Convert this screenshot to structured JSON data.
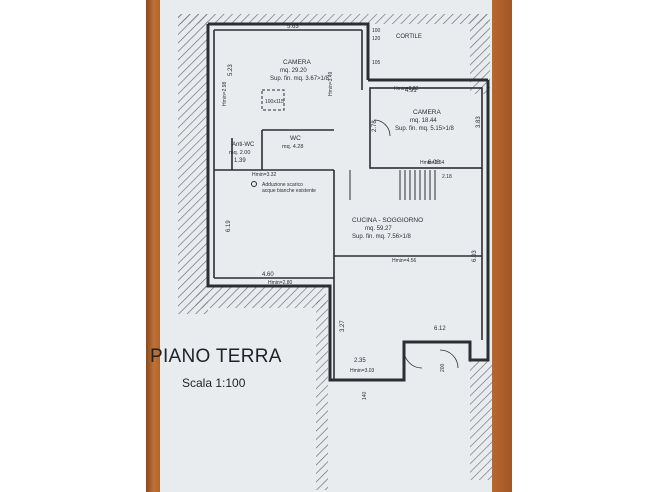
{
  "drawing": {
    "title": "PIANO TERRA",
    "scale": "Scala 1:100"
  },
  "rooms": {
    "camera1": {
      "name": "CAMERA",
      "area": "mq. 29.20",
      "sup": "Sup. fin. mq. 3.67>1/8"
    },
    "camera2": {
      "name": "CAMERA",
      "area": "mq. 18.44",
      "sup": "Sup. fin. mq. 5.15>1/8"
    },
    "cucina": {
      "name": "CUCINA - SOGGIORNO",
      "area": "mq. 59.27",
      "sup": "Sup. fin. mq. 7.56>1/8"
    },
    "wc": {
      "name": "WC",
      "area": "mq. 4.28"
    },
    "antiwc": {
      "name": "Anti-WC",
      "area": "mq. 2.00"
    },
    "cortile": {
      "name": "CORTILE"
    }
  },
  "notes": {
    "adduzione_line1": "Adduzione scarico",
    "adduzione_line2": "acque bianche esistente",
    "window_box": "100x115"
  },
  "dimensions": {
    "d_563": "5.63",
    "d_491": "4.91",
    "d_278": "2.78",
    "d_383": "3.83",
    "d_523": "5.23",
    "d_460": "4.60",
    "d_612": "6.12",
    "d_235": "2.35",
    "d_327": "3.27",
    "d_603": "6.03",
    "d_619": "6.19",
    "d_608": "6.08",
    "d_139": "1.39",
    "d_100": "100",
    "d_120": "120",
    "d_105": "105",
    "d_140": "140",
    "d_200": "200",
    "d_218": "2.18",
    "hmin_280": "Hmin=2.80",
    "hmin_254": "Hmin=2.54",
    "hmin_332": "Hmin=3.32",
    "hmin_456": "Hmin=4.56",
    "hmin_283": "Hmin=2.83",
    "hmin_298": "Hmin=2.98",
    "hmin_303": "Hmin=3.03",
    "hmin_349": "Hmin=3.49"
  }
}
